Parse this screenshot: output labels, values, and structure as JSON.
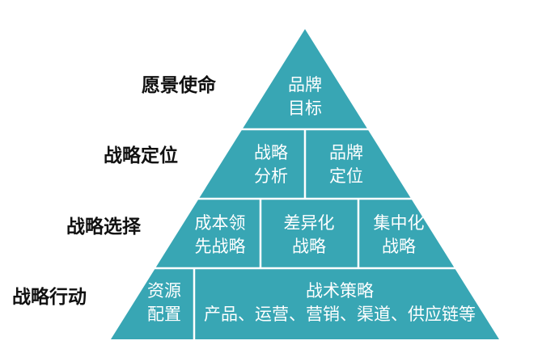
{
  "colors": {
    "fill": "#38a6b4",
    "divider": "#ffffff",
    "label_text": "#111111",
    "cell_text": "#ffffff"
  },
  "levels": [
    {
      "label": "愿景使命"
    },
    {
      "label": "战略定位"
    },
    {
      "label": "战略选择"
    },
    {
      "label": "战略行动"
    }
  ],
  "cells": {
    "brand_goal": {
      "line1": "品牌",
      "line2": "目标"
    },
    "strategy_analysis": {
      "line1": "战略",
      "line2": "分析"
    },
    "brand_positioning": {
      "line1": "品牌",
      "line2": "定位"
    },
    "cost_leadership": {
      "line1": "成本领",
      "line2": "先战略"
    },
    "differentiation": {
      "line1": "差异化",
      "line2": "战略"
    },
    "focus": {
      "line1": "集中化",
      "line2": "战略"
    },
    "resource_allocation": {
      "line1": "资源",
      "line2": "配置"
    },
    "tactics": {
      "line1": "战术策略",
      "line2": "产品、运营、营销、渠道、供应链等"
    }
  }
}
